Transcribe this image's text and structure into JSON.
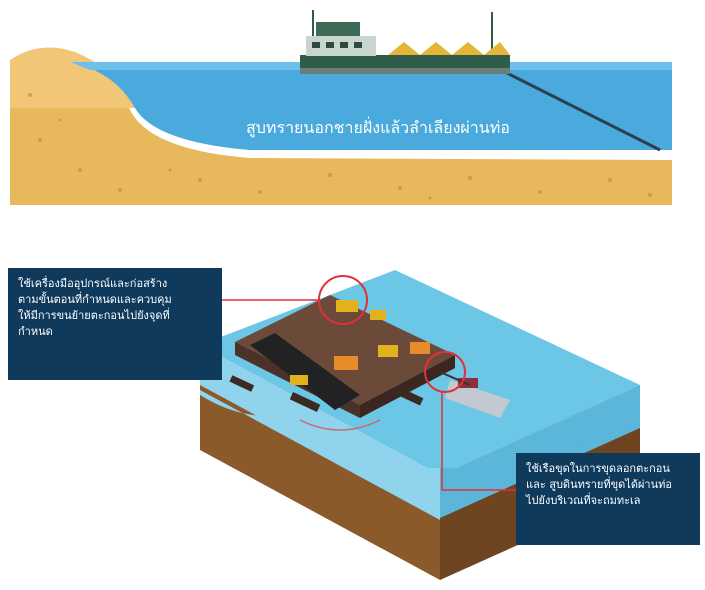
{
  "top_panel": {
    "caption": "สูบทรายนอกชายฝั่งแล้วลำเลียงผ่านท่อ"
  },
  "callouts": {
    "left": {
      "lines": [
        "ใช้เครื่องมืออุปกรณ์และก่อสร้าง",
        "ตามขั้นตอนที่กำหนดและควบคุม",
        "ให้มีการขนย้ายตะกอนไปยังจุดที่",
        "กำหนด"
      ]
    },
    "right": {
      "lines": [
        "ใช้เรือขุดในการขุดลอกตะกอน",
        "และ สูบดินทรายที่ขุดได้ผ่านท่อ",
        "ไปยังบริเวณที่จะถมทะเล"
      ]
    }
  },
  "colors": {
    "sea": "#4aa9dd",
    "sand": "#e8b85c",
    "callout_bg": "#0f3a5c",
    "highlight_ring": "#e0303a"
  }
}
